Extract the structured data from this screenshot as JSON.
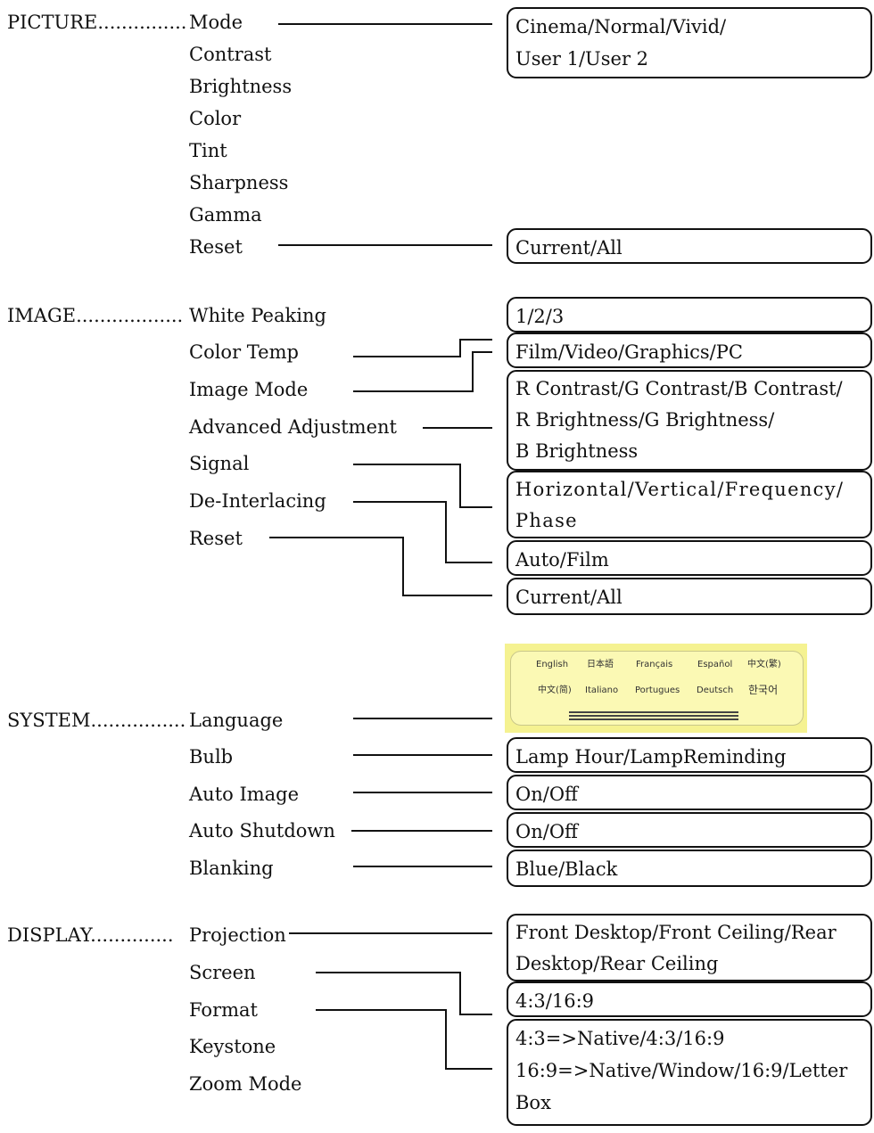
{
  "sections": [
    {
      "heading": "PICTURE...............",
      "items": [
        "Mode",
        "Contrast",
        "Brightness",
        "Color",
        "Tint",
        "Sharpness",
        "Gamma",
        "Reset"
      ],
      "options": [
        "Cinema/Normal/Vivid/",
        "User 1/User 2",
        "Current/All"
      ]
    },
    {
      "heading": "IMAGE..................",
      "items": [
        "White Peaking",
        "Color Temp",
        "Image Mode",
        "Advanced Adjustment",
        "Signal",
        "De-Interlacing",
        "Reset"
      ],
      "options": [
        "1/2/3",
        "Film/Video/Graphics/PC",
        "R Contrast/G Contrast/B Contrast/",
        "R Brightness/G Brightness/",
        "B Brightness",
        "Horizontal/Vertical/Frequency/",
        "Phase",
        "Auto/Film",
        "Current/All"
      ]
    },
    {
      "heading": "SYSTEM................",
      "items": [
        "Language",
        "Bulb",
        "Auto Image",
        "Auto Shutdown",
        "Blanking"
      ],
      "options": [
        "Lamp Hour/LampReminding",
        "On/Off",
        "On/Off",
        "Blue/Black"
      ],
      "languages": [
        "English",
        "日本語",
        "Français",
        "Español",
        "中文(繁)",
        "中文(简)",
        "Italiano",
        "Portugues",
        "Deutsch",
        "한국어"
      ]
    },
    {
      "heading": "DISPLAY..............",
      "items": [
        "Projection",
        "Screen",
        "Format",
        "Keystone",
        "Zoom Mode"
      ],
      "options": [
        "Front Desktop/Front Ceiling/Rear",
        "Desktop/Rear Ceiling",
        "4:3/16:9",
        "4:3=>Native/4:3/16:9",
        "16:9=>Native/Window/16:9/Letter",
        "Box"
      ]
    }
  ]
}
